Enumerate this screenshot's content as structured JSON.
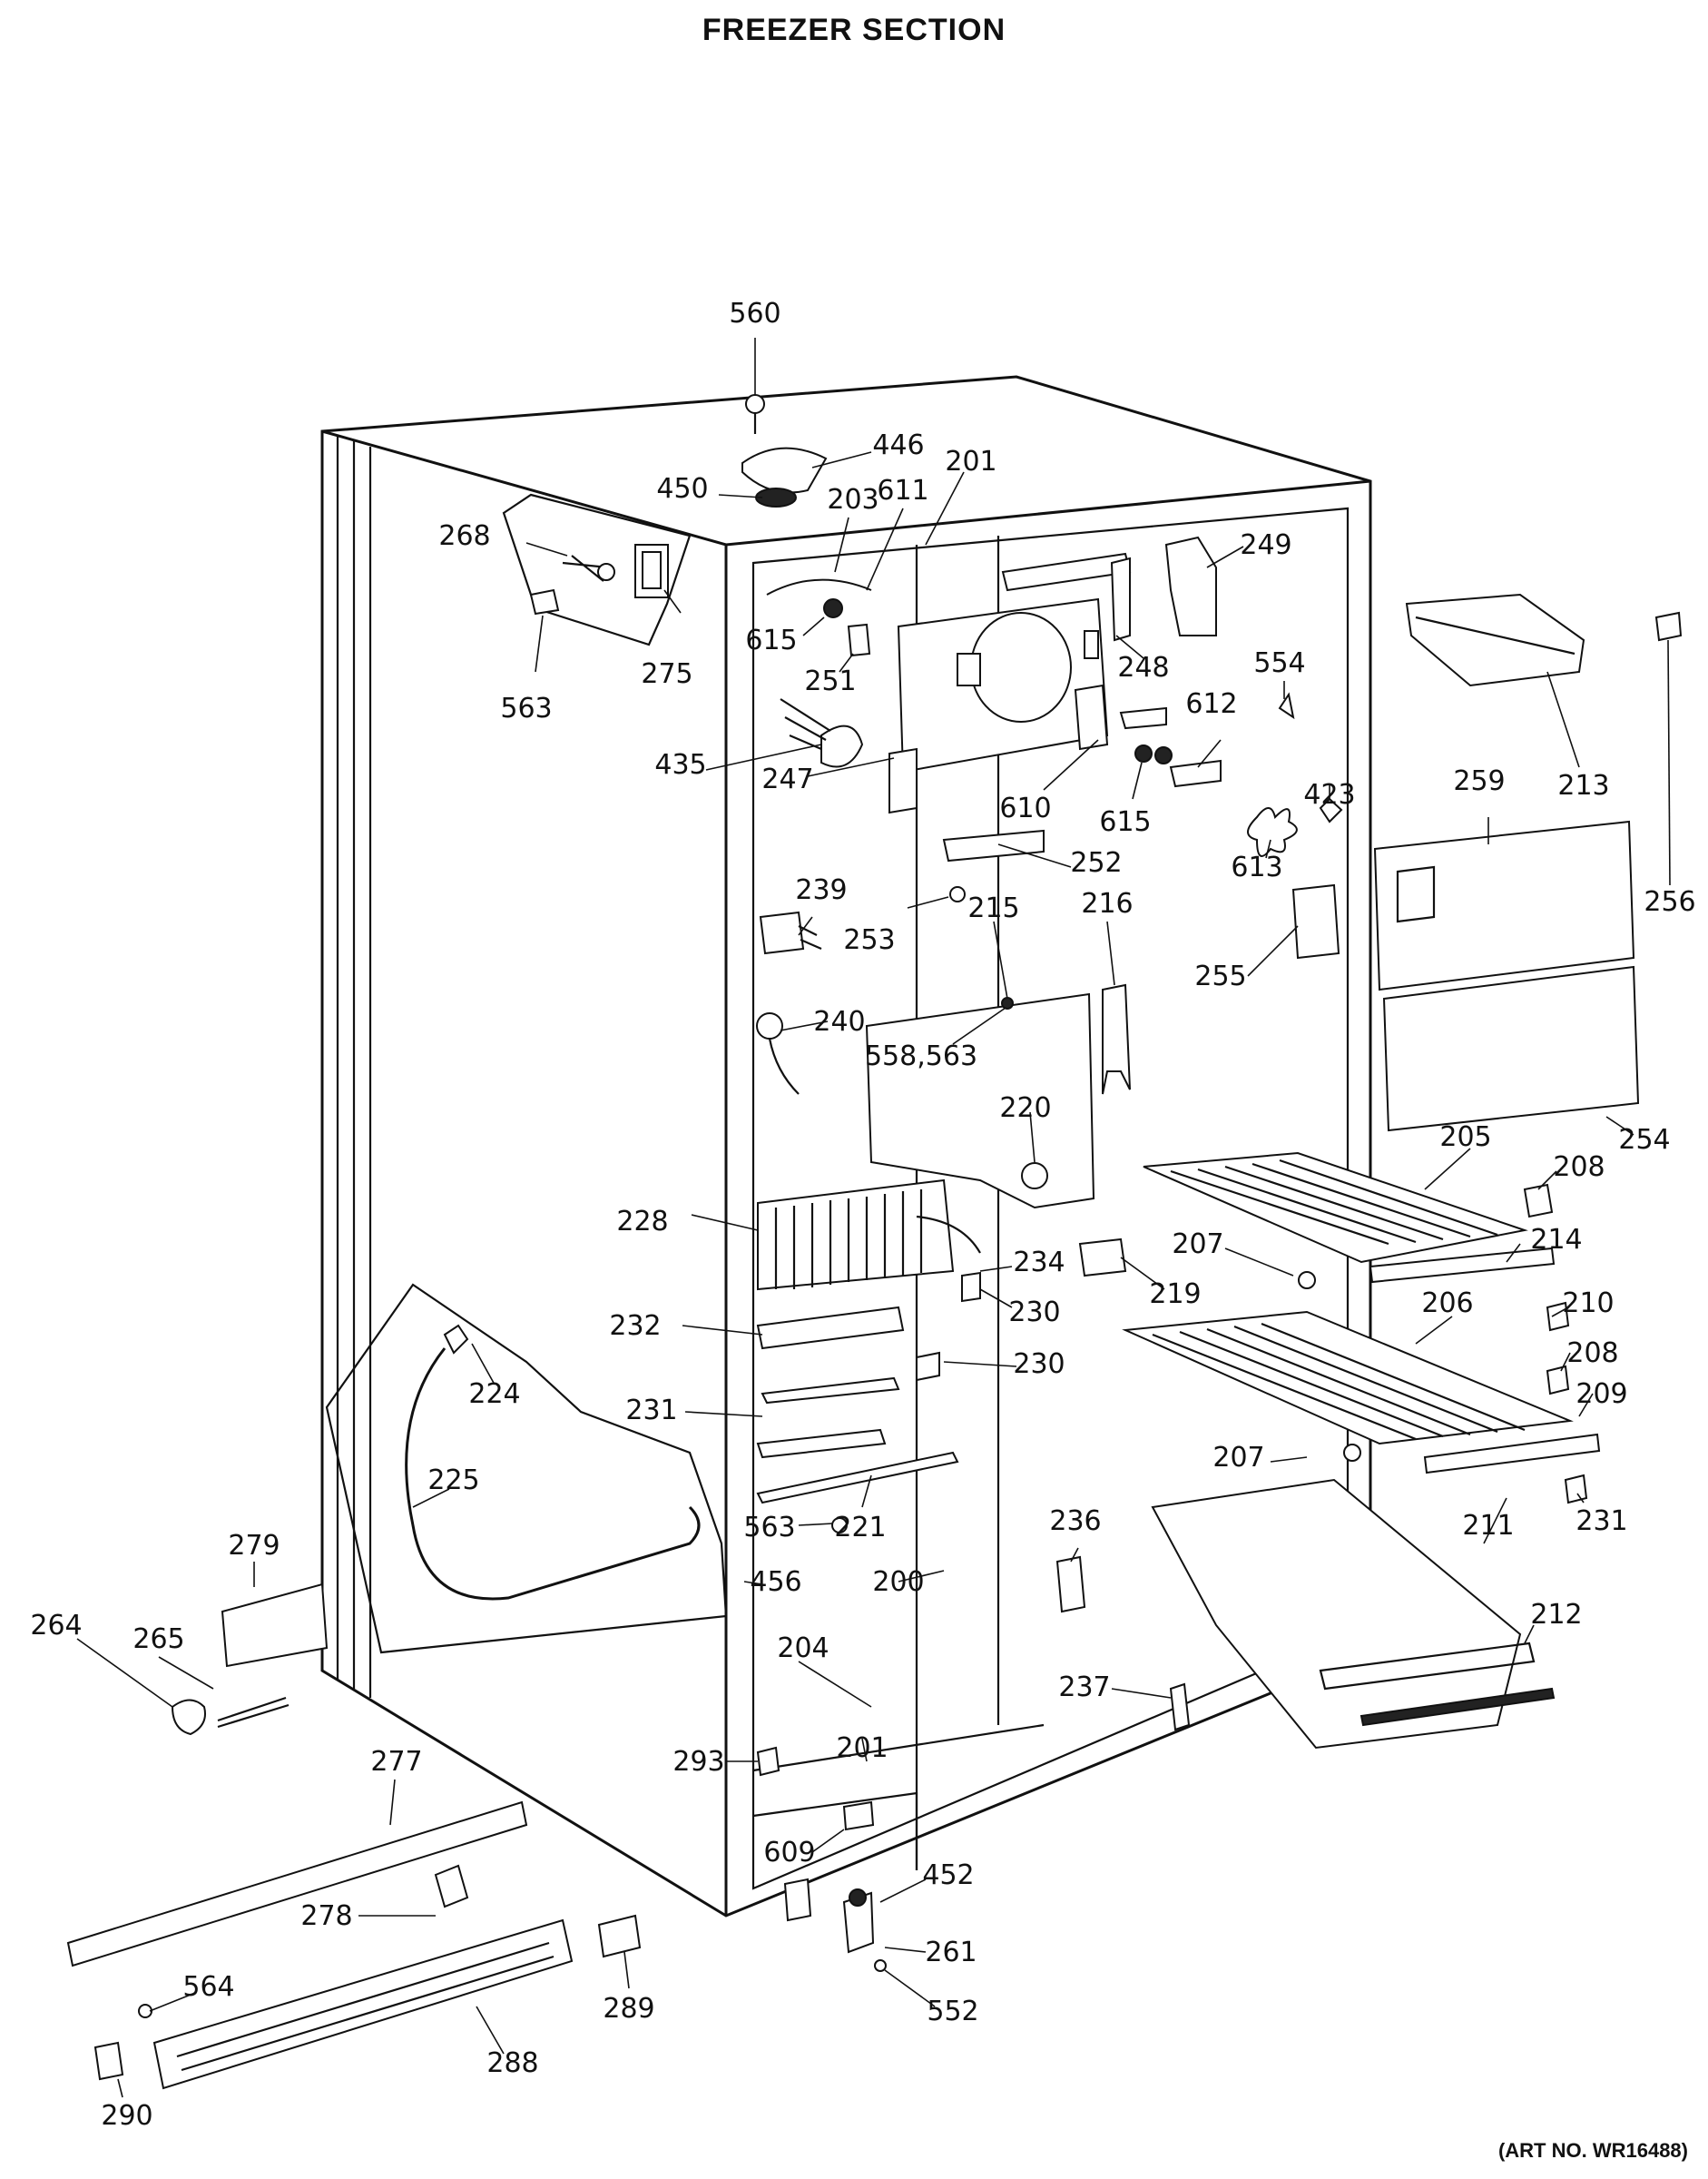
{
  "title": "FREEZER SECTION",
  "art_number": "(ART NO. WR16488)",
  "callouts": [
    {
      "id": "560",
      "text": "560"
    },
    {
      "id": "446",
      "text": "446"
    },
    {
      "id": "450",
      "text": "450"
    },
    {
      "id": "203",
      "text": "203"
    },
    {
      "id": "611",
      "text": "611"
    },
    {
      "id": "201a",
      "text": "201"
    },
    {
      "id": "268",
      "text": "268"
    },
    {
      "id": "249",
      "text": "249"
    },
    {
      "id": "615a",
      "text": "615"
    },
    {
      "id": "251",
      "text": "251"
    },
    {
      "id": "275",
      "text": "275"
    },
    {
      "id": "563a",
      "text": "563"
    },
    {
      "id": "248",
      "text": "248"
    },
    {
      "id": "554",
      "text": "554"
    },
    {
      "id": "213",
      "text": "213"
    },
    {
      "id": "612",
      "text": "612"
    },
    {
      "id": "435",
      "text": "435"
    },
    {
      "id": "247",
      "text": "247"
    },
    {
      "id": "610",
      "text": "610"
    },
    {
      "id": "615b",
      "text": "615"
    },
    {
      "id": "423",
      "text": "423"
    },
    {
      "id": "259",
      "text": "259"
    },
    {
      "id": "613",
      "text": "613"
    },
    {
      "id": "256",
      "text": "256"
    },
    {
      "id": "252",
      "text": "252"
    },
    {
      "id": "239",
      "text": "239"
    },
    {
      "id": "253",
      "text": "253"
    },
    {
      "id": "215",
      "text": "215"
    },
    {
      "id": "216",
      "text": "216"
    },
    {
      "id": "255",
      "text": "255"
    },
    {
      "id": "240",
      "text": "240"
    },
    {
      "id": "558563",
      "text": "558,563"
    },
    {
      "id": "220",
      "text": "220"
    },
    {
      "id": "254",
      "text": "254"
    },
    {
      "id": "205",
      "text": "205"
    },
    {
      "id": "208a",
      "text": "208"
    },
    {
      "id": "228",
      "text": "228"
    },
    {
      "id": "234",
      "text": "234"
    },
    {
      "id": "207a",
      "text": "207"
    },
    {
      "id": "214",
      "text": "214"
    },
    {
      "id": "219",
      "text": "219"
    },
    {
      "id": "230a",
      "text": "230"
    },
    {
      "id": "210",
      "text": "210"
    },
    {
      "id": "232",
      "text": "232"
    },
    {
      "id": "206",
      "text": "206"
    },
    {
      "id": "230b",
      "text": "230"
    },
    {
      "id": "208b",
      "text": "208"
    },
    {
      "id": "224",
      "text": "224"
    },
    {
      "id": "231a",
      "text": "231"
    },
    {
      "id": "209",
      "text": "209"
    },
    {
      "id": "207b",
      "text": "207"
    },
    {
      "id": "225",
      "text": "225"
    },
    {
      "id": "231b",
      "text": "231"
    },
    {
      "id": "236",
      "text": "236"
    },
    {
      "id": "211",
      "text": "211"
    },
    {
      "id": "563b",
      "text": "563"
    },
    {
      "id": "221",
      "text": "221"
    },
    {
      "id": "279",
      "text": "279"
    },
    {
      "id": "456",
      "text": "456"
    },
    {
      "id": "200",
      "text": "200"
    },
    {
      "id": "212",
      "text": "212"
    },
    {
      "id": "265",
      "text": "265"
    },
    {
      "id": "264",
      "text": "264"
    },
    {
      "id": "204",
      "text": "204"
    },
    {
      "id": "237",
      "text": "237"
    },
    {
      "id": "201b",
      "text": "201"
    },
    {
      "id": "293",
      "text": "293"
    },
    {
      "id": "277",
      "text": "277"
    },
    {
      "id": "609",
      "text": "609"
    },
    {
      "id": "452",
      "text": "452"
    },
    {
      "id": "278",
      "text": "278"
    },
    {
      "id": "261",
      "text": "261"
    },
    {
      "id": "564",
      "text": "564"
    },
    {
      "id": "552",
      "text": "552"
    },
    {
      "id": "289",
      "text": "289"
    },
    {
      "id": "288",
      "text": "288"
    },
    {
      "id": "290",
      "text": "290"
    }
  ]
}
